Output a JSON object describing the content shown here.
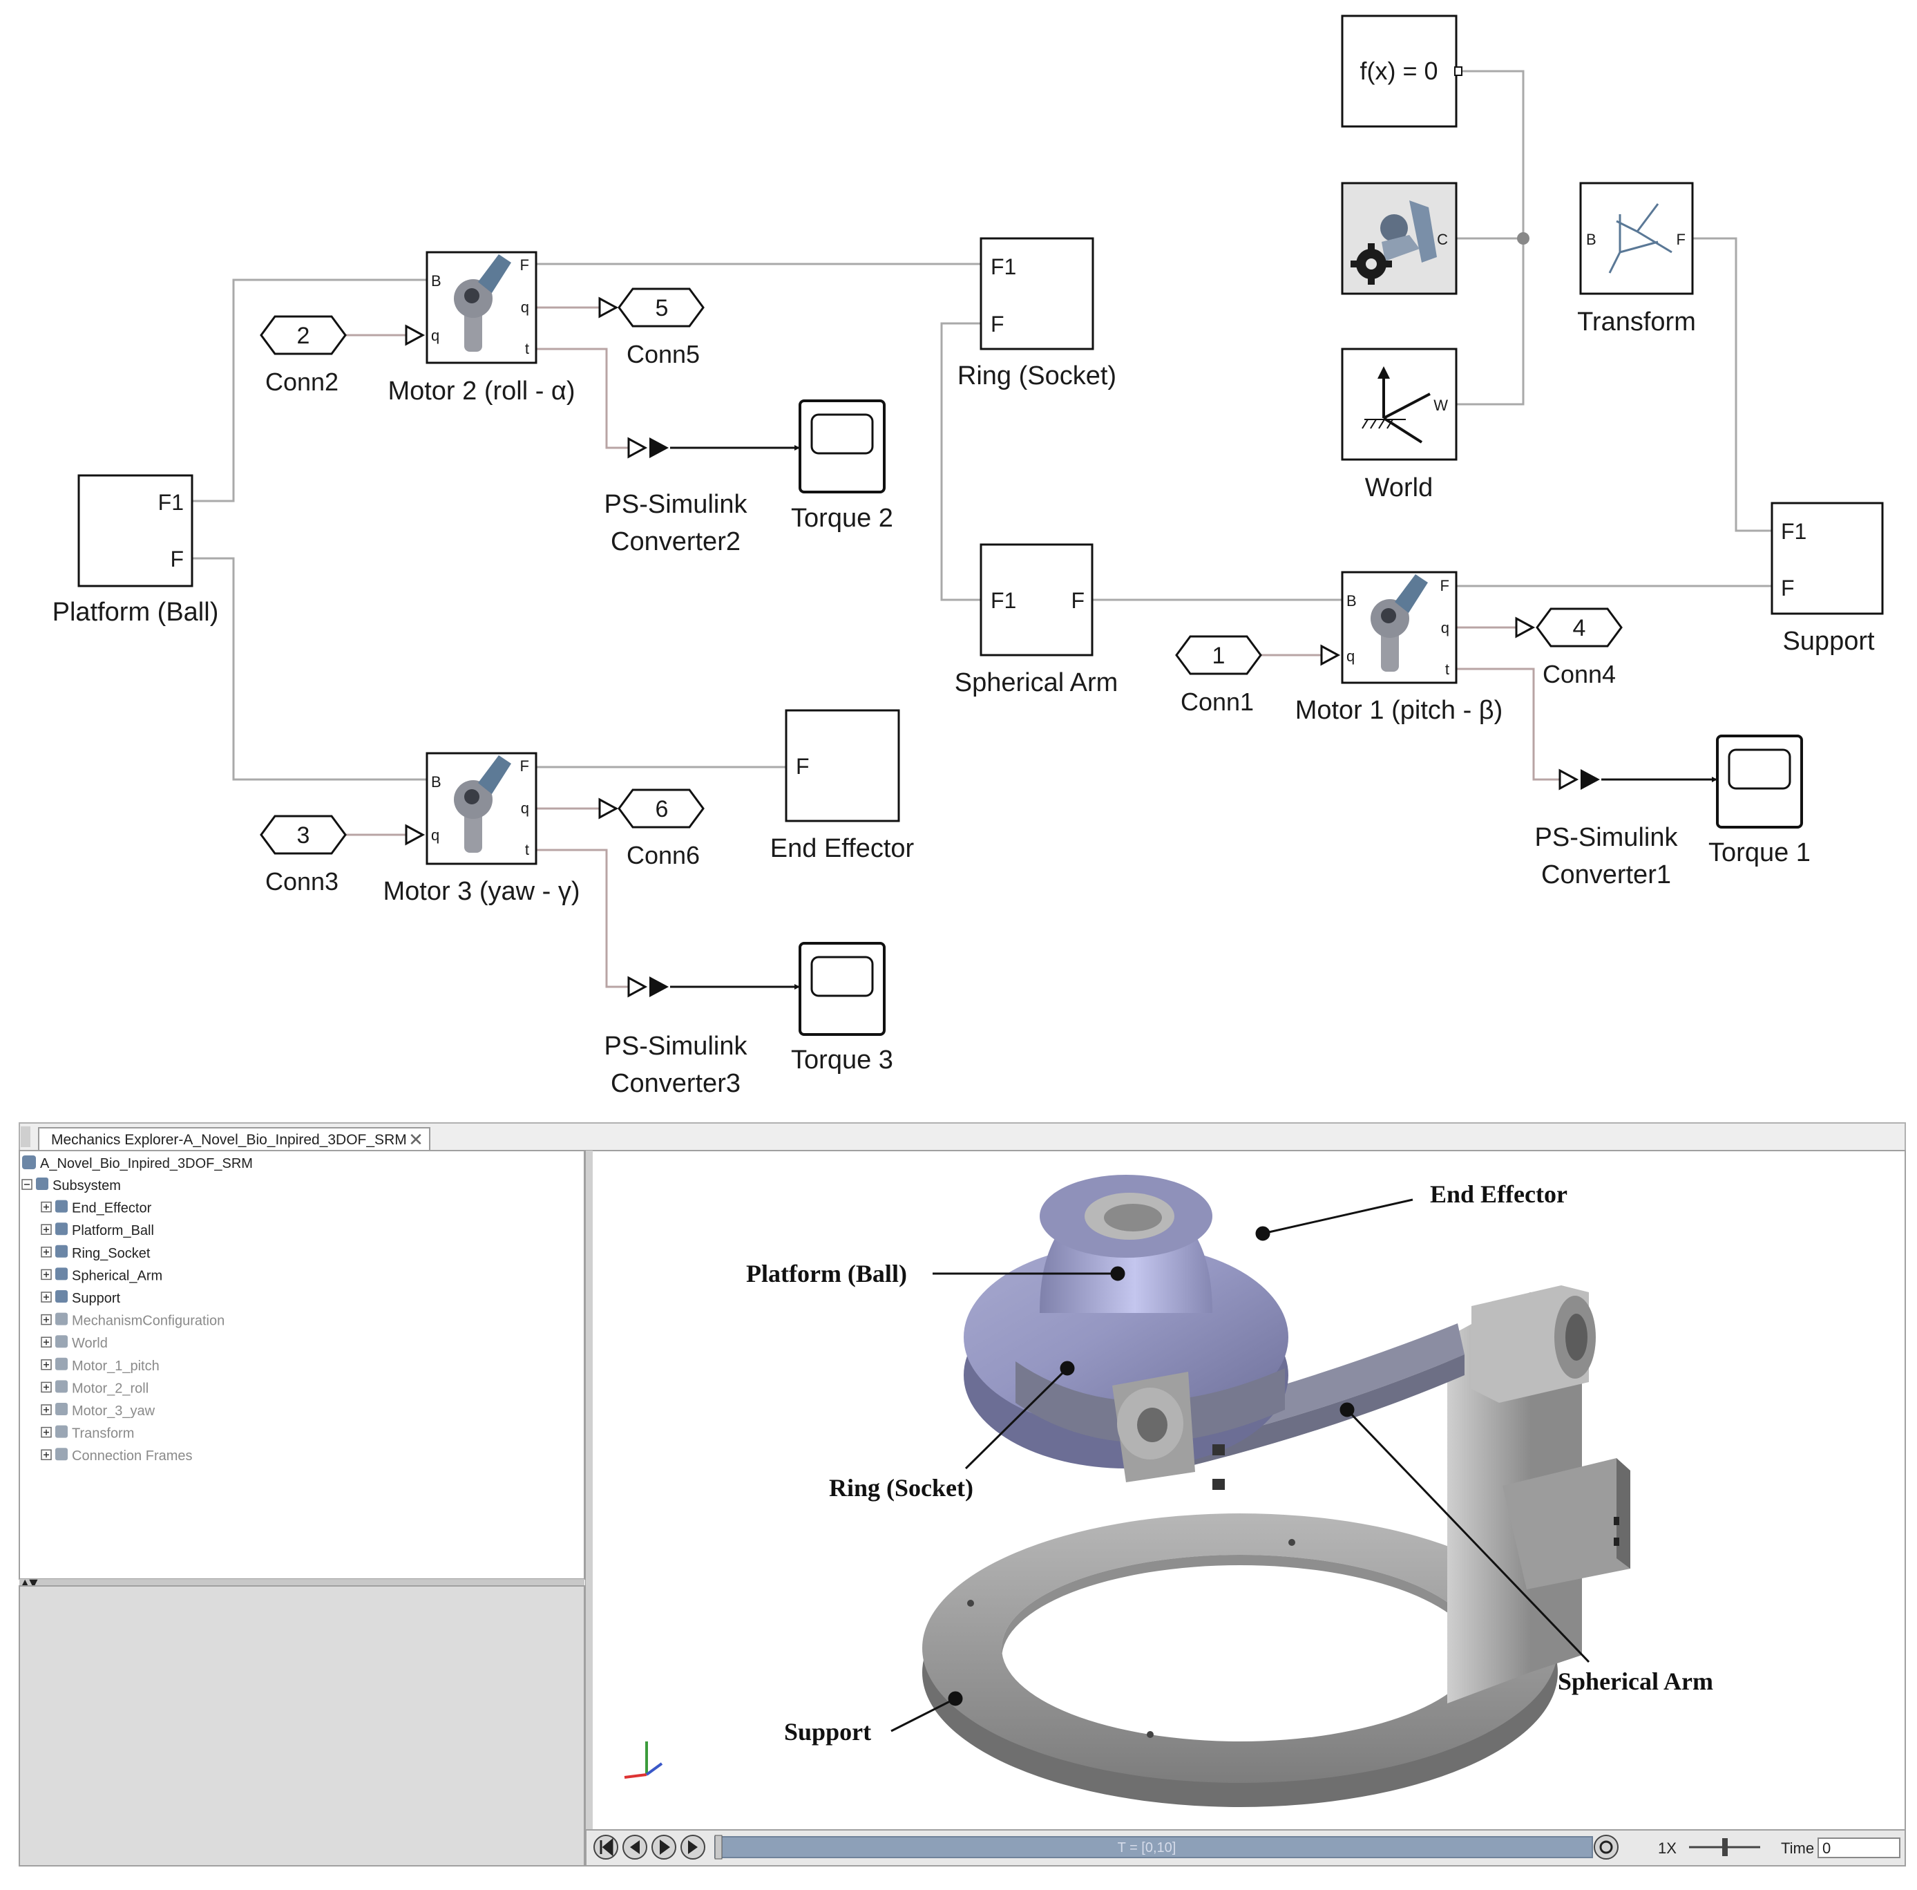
{
  "diagram": {
    "blocks": {
      "fx": "f(x) = 0",
      "mech_config": "",
      "world": "World",
      "transform": "Transform",
      "support": "Support",
      "platform": "Platform (Ball)",
      "ring": "Ring (Socket)",
      "spherical_arm": "Spherical Arm",
      "end_effector": "End Effector",
      "motor1": "Motor 1 (pitch - β)",
      "motor2": "Motor 2 (roll - α)",
      "motor3": "Motor 3 (yaw - γ)",
      "torque1": "Torque 1",
      "torque2": "Torque 2",
      "torque3": "Torque 3",
      "psconv1": [
        "PS-Simulink",
        "Converter1"
      ],
      "psconv2": [
        "PS-Simulink",
        "Converter2"
      ],
      "psconv3": [
        "PS-Simulink",
        "Converter3"
      ]
    },
    "ports": {
      "F1": "F1",
      "F": "F",
      "B": "B",
      "C": "C",
      "W": "W",
      "q": "q",
      "t": "t"
    },
    "connectors": [
      {
        "id": "conn1",
        "num": "1",
        "label": "Conn1"
      },
      {
        "id": "conn2",
        "num": "2",
        "label": "Conn2"
      },
      {
        "id": "conn3",
        "num": "3",
        "label": "Conn3"
      },
      {
        "id": "conn4",
        "num": "4",
        "label": "Conn4"
      },
      {
        "id": "conn5",
        "num": "5",
        "label": "Conn5"
      },
      {
        "id": "conn6",
        "num": "6",
        "label": "Conn6"
      }
    ]
  },
  "explorer": {
    "tab_title": "Mechanics Explorer-A_Novel_Bio_Inpired_3DOF_SRM",
    "tree_root": "A_Novel_Bio_Inpired_3DOF_SRM",
    "tree_items": [
      {
        "label": "Subsystem",
        "dim": false
      },
      {
        "label": "End_Effector",
        "dim": false
      },
      {
        "label": "Platform_Ball",
        "dim": false
      },
      {
        "label": "Ring_Socket",
        "dim": false
      },
      {
        "label": "Spherical_Arm",
        "dim": false
      },
      {
        "label": "Support",
        "dim": false
      },
      {
        "label": "MechanismConfiguration",
        "dim": true
      },
      {
        "label": "World",
        "dim": true
      },
      {
        "label": "Motor_1_pitch",
        "dim": true
      },
      {
        "label": "Motor_2_roll",
        "dim": true
      },
      {
        "label": "Motor_3_yaw",
        "dim": true
      },
      {
        "label": "Transform",
        "dim": true
      },
      {
        "label": "Connection Frames",
        "dim": true
      }
    ],
    "view_labels": {
      "end_effector": "End Effector",
      "platform": "Platform (Ball)",
      "ring": "Ring (Socket)",
      "spherical_arm": "Spherical Arm",
      "support": "Support"
    },
    "playback": {
      "time_range": "T = [0,10]",
      "speed": "1X",
      "time_label": "Time",
      "time_value": "0"
    }
  },
  "colors": {
    "signal_line": "#b8a4a4",
    "physical_line": "#a9a9a9",
    "platform_body": "#8e90b4",
    "support_body": "#9a9a9a",
    "panel_bg": "#dcdcdc",
    "timeline": "#8da0b8"
  }
}
